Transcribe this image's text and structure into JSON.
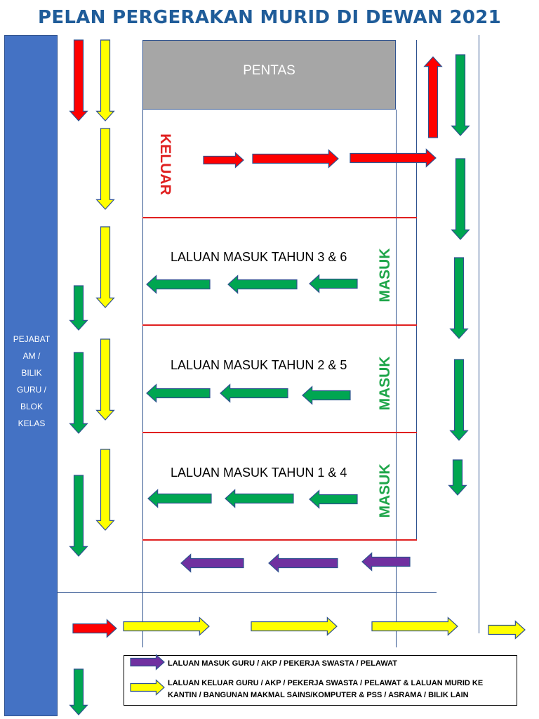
{
  "title": "PELAN PERGERAKAN MURID DI DEWAN 2021",
  "sidebar": {
    "label": "PEJABAT\nAM /\nBILIK\nGURU /\nBLOK\nKELAS"
  },
  "stage": {
    "label": "PENTAS"
  },
  "exit_label": "KELUAR",
  "lanes": [
    {
      "label": "LALUAN MASUK TAHUN 3 & 6",
      "side_label": "MASUK"
    },
    {
      "label": "LALUAN MASUK TAHUN 2 & 5",
      "side_label": "MASUK"
    },
    {
      "label": "LALUAN MASUK TAHUN 1 & 4",
      "side_label": "MASUK"
    }
  ],
  "legend": {
    "purple": "LALUAN MASUK GURU / AKP / PEKERJA SWASTA / PELAWAT",
    "yellow": "LALUAN KELUAR GURU / AKP / PEKERJA SWASTA / PELAWAT & LALUAN MURID KE KANTIN / BANGUNAN MAKMAL SAINS/KOMPUTER & PSS / ASRAMA / BILIK LAIN"
  },
  "colors": {
    "red": "#ff0000",
    "yellow": "#ffff00",
    "green": "#00a651",
    "purple": "#7030a0",
    "blue": "#4472c4",
    "stage": "#a6a6a6"
  }
}
